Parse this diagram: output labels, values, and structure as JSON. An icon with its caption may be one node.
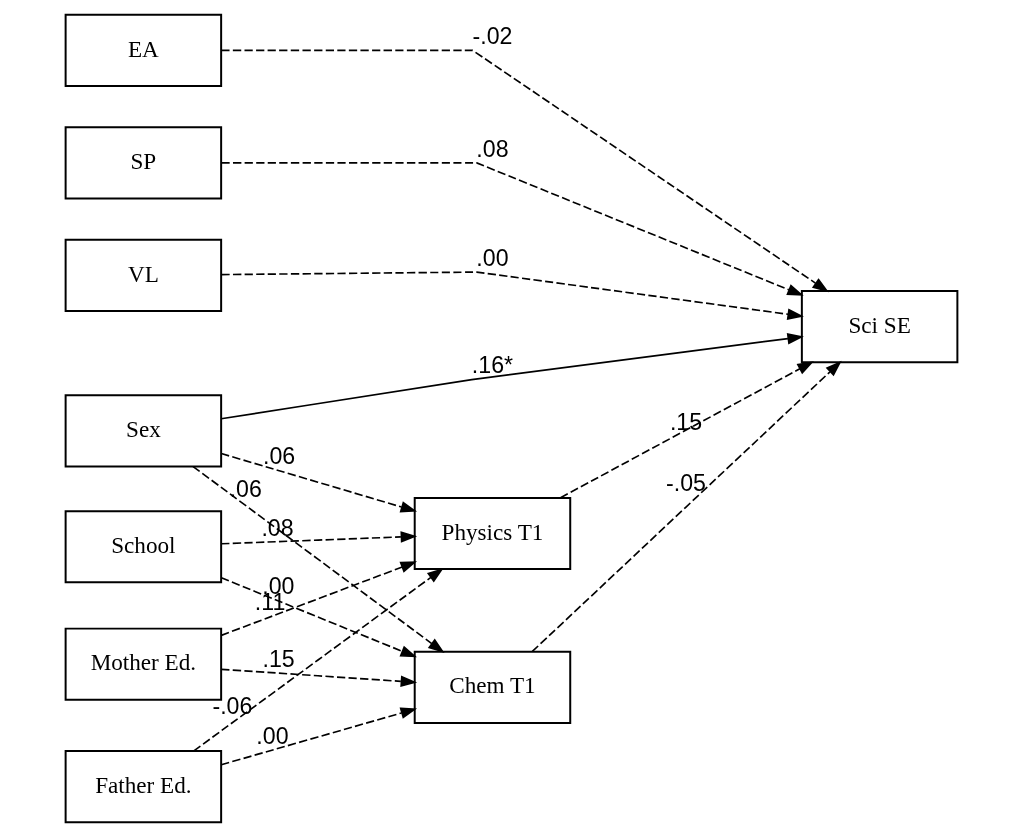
{
  "diagram": {
    "nodes": [
      {
        "text": [
          "Sex"
        ]
      },
      {
        "text": [
          "School"
        ]
      },
      {
        "text": [
          "Mother Ed."
        ]
      },
      {
        "text": [
          "Father Ed."
        ]
      },
      {
        "text": [
          "EA"
        ]
      },
      {
        "text": [
          "SP"
        ]
      },
      {
        "text": [
          "VL"
        ]
      },
      {
        "text": [
          "Physics T1"
        ]
      },
      {
        "text": [
          "Chem T1"
        ]
      },
      {
        "text": [
          "Sci SE"
        ]
      }
    ],
    "edges": [
      {
        "from": 0,
        "to": 9,
        "arrow": "to",
        "label": ".16*"
      },
      {
        "from": 0,
        "to": 7,
        "arrow": "to",
        "label": ".06",
        "style": "dashed"
      },
      {
        "from": 0,
        "to": 8,
        "arrow": "to",
        "label": ".06",
        "style": "dashed"
      },
      {
        "from": 1,
        "to": 7,
        "arrow": "to",
        "label": ".08",
        "style": "dashed"
      },
      {
        "from": 1,
        "to": 8,
        "arrow": "to",
        "label": ".00",
        "style": "dashed"
      },
      {
        "from": 2,
        "to": 7,
        "arrow": "to",
        "label": ".11",
        "style": "dashed"
      },
      {
        "from": 2,
        "to": 8,
        "arrow": "to",
        "label": ".15",
        "style": "dashed"
      },
      {
        "from": 3,
        "to": 7,
        "arrow": "to",
        "label": "-.06",
        "style": "dashed"
      },
      {
        "from": 3,
        "to": 8,
        "arrow": "to",
        "label": ".00",
        "style": "dashed"
      },
      {
        "from": 7,
        "to": 9,
        "arrow": "to",
        "label": ".15",
        "style": "dashed"
      },
      {
        "from": 8,
        "to": 9,
        "arrow": "to",
        "label": "-.05",
        "style": "dashed"
      },
      {
        "from": 4,
        "to": 9,
        "arrow": "to",
        "label": "-.02",
        "style": "dashed"
      },
      {
        "from": 5,
        "to": 9,
        "arrow": "to",
        "label": ".08",
        "style": "dashed"
      },
      {
        "from": 6,
        "to": 9,
        "arrow": "to",
        "label": ".00",
        "style": "dashed"
      }
    ]
  }
}
